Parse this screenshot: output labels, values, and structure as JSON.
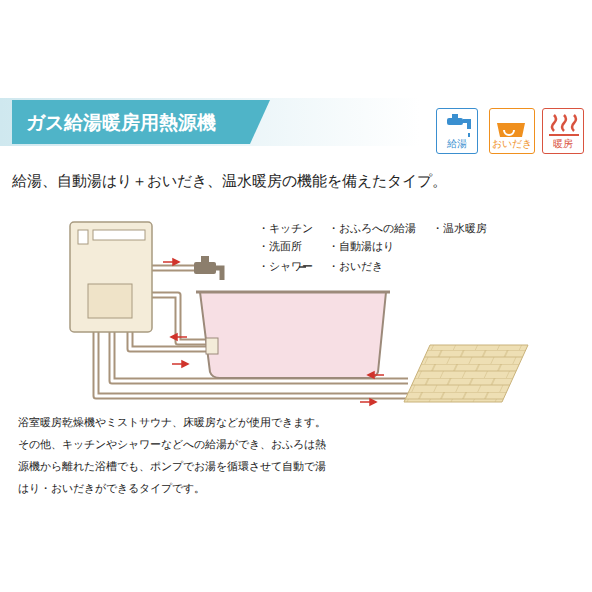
{
  "diagram": {
    "title": "ガス給湯暖房用熱源機",
    "caption": "浴室暖房乾燥機やミストサウナ、床暖房などが使用できます。その他、キッチンやシャワーなどへの給湯ができ、おふろは熱源機から離れた浴槽でも、ポンプでお湯を循環させて自動で湯はり・おいだきができるタイプです。",
    "nodes": [
      {
        "text": [
          "給湯"
        ]
      },
      {
        "text": [
          "おいだき"
        ]
      },
      {
        "text": [
          "暖房"
        ]
      }
    ],
    "labels": [
      "給湯、自動湯はり＋おいだき、温水暖房の機能を備えたタイプ。",
      "・キッチン",
      "・洗面所",
      "・シャワー",
      "・おふろへの給湯",
      "・自動湯はり",
      "・おいだき",
      "・温水暖房"
    ]
  }
}
